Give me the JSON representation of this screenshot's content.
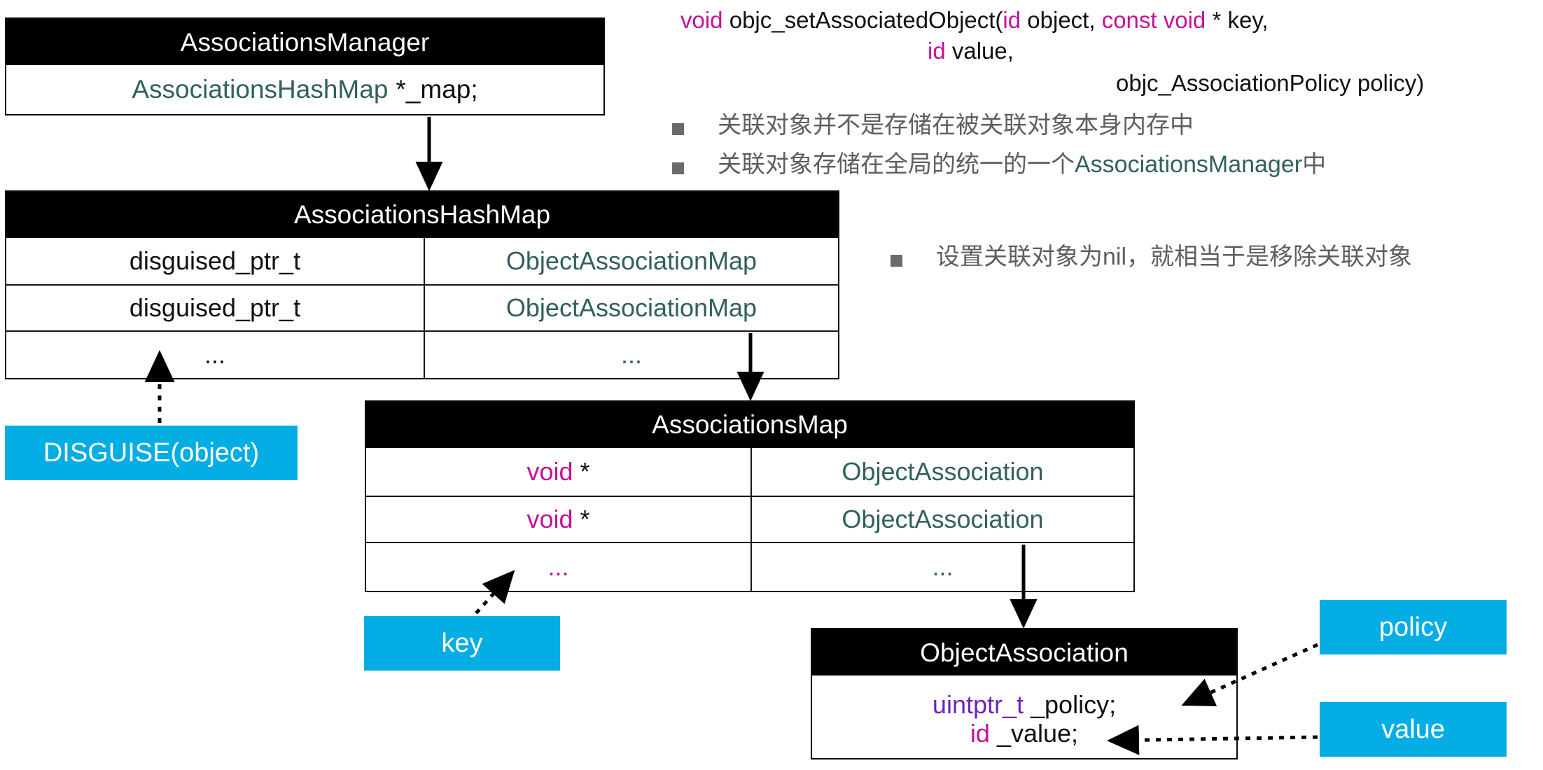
{
  "diagram": {
    "title": "objc_setAssociatedObject internal structure",
    "colors": {
      "accent_blue": "#04ade4",
      "type_teal": "#31605f",
      "keyword_magenta": "#c3109b",
      "keyword_violet": "#6f24b6",
      "header_black": "#000000",
      "bullet_gray": "#5e5e5e"
    }
  },
  "associations_manager": {
    "title": "AssociationsManager",
    "field_type": "AssociationsHashMap",
    "field_name": "*_map;"
  },
  "associations_hash_map": {
    "title": "AssociationsHashMap",
    "rows": [
      {
        "key": "disguised_ptr_t",
        "value": "ObjectAssociationMap"
      },
      {
        "key": "disguised_ptr_t",
        "value": "ObjectAssociationMap"
      },
      {
        "key": "...",
        "value": "..."
      }
    ]
  },
  "associations_map": {
    "title": "AssociationsMap",
    "rows": [
      {
        "key_type": "void",
        "key_ptr": "*",
        "value": "ObjectAssociation"
      },
      {
        "key_type": "void",
        "key_ptr": "*",
        "value": "ObjectAssociation"
      },
      {
        "key_type": "...",
        "key_ptr": "",
        "value": "..."
      }
    ]
  },
  "object_association": {
    "title": "ObjectAssociation",
    "field1_type": "uintptr_t",
    "field1_name": "_policy;",
    "field2_type": "id",
    "field2_name": "_value;"
  },
  "callouts": {
    "disguise": "DISGUISE(object)",
    "key": "key",
    "policy": "policy",
    "value": "value"
  },
  "signature": {
    "line1_kw": "void",
    "line1_fn": " objc_setAssociatedObject(",
    "line1_kw2": "id",
    "line1_p1": " object, ",
    "line1_kw3": "const void",
    "line1_p2": " * key,",
    "line2_kw": "id",
    "line2_p": " value,",
    "line3": "objc_AssociationPolicy policy)"
  },
  "bullets": [
    {
      "text": "关联对象并不是存储在被关联对象本身内存中",
      "highlight": "",
      "tail": ""
    },
    {
      "text": "关联对象存储在全局的统一的一个",
      "highlight": "AssociationsManager",
      "tail": "中"
    },
    {
      "text": "设置关联对象为nil，就相当于是移除关联对象",
      "highlight": "",
      "tail": ""
    }
  ]
}
